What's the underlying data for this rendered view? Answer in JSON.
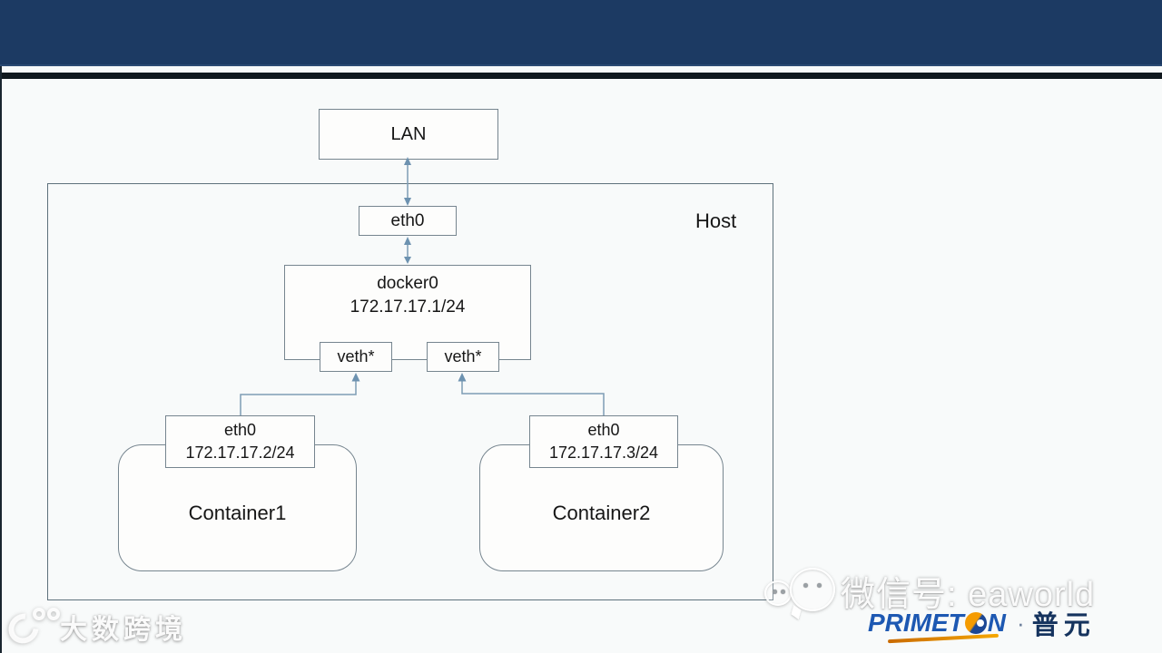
{
  "diagram": {
    "lan": {
      "label": "LAN"
    },
    "host": {
      "label": "Host"
    },
    "host_eth0": {
      "label": "eth0"
    },
    "docker0": {
      "name": "docker0",
      "ip": "172.17.17.1/24"
    },
    "veth_left": {
      "label": "veth*"
    },
    "veth_right": {
      "label": "veth*"
    },
    "container1": {
      "label": "Container1",
      "eth0_label": "eth0",
      "eth0_ip": "172.17.17.2/24"
    },
    "container2": {
      "label": "Container2",
      "eth0_label": "eth0",
      "eth0_ip": "172.17.17.3/24"
    }
  },
  "watermarks": {
    "bottom_left": {
      "text": "大数跨境"
    },
    "wechat": {
      "text": "微信号: eaworld"
    },
    "primeton": {
      "latin_part1": "PRIMET",
      "latin_part2": "N",
      "separator": "·",
      "chinese": "普元"
    }
  },
  "colors": {
    "header_navy": "#1c3a63",
    "divider_black": "#10181e",
    "page_background": "#f8fafa",
    "box_border": "#76858f",
    "arrow_blue": "#7e9cb4",
    "primeton_blue": "#1d58b2",
    "primeton_orange": "#f59b00",
    "primeton_cn_navy": "#15335e"
  }
}
